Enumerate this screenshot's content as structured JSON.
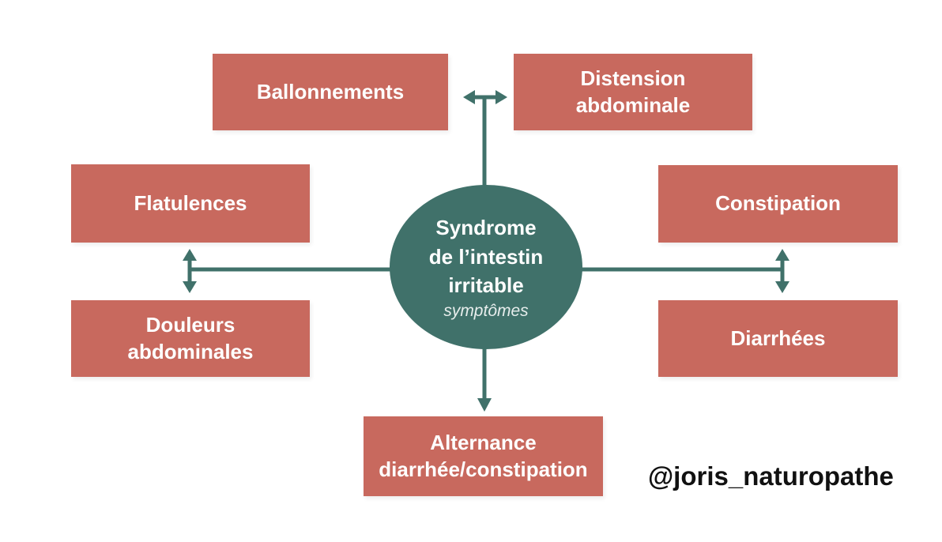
{
  "colors": {
    "background": "#ffffff",
    "box-red": "#c8695e",
    "teal": "#40716a",
    "box-text": "#ffffff",
    "watermark": "#111111"
  },
  "center": {
    "title": "Syndrome\nde l’intestin\nirritable",
    "subtitle": "symptômes"
  },
  "boxes": {
    "ballonnements": "Ballonnements",
    "distension": "Distension\nabdominale",
    "flatulences": "Flatulences",
    "douleurs": "Douleurs\nabdominales",
    "constipation": "Constipation",
    "diarrhees": "Diarrhées",
    "alternance": "Alternance\ndiarrhée/constipation"
  },
  "watermark": "@joris_naturopathe"
}
